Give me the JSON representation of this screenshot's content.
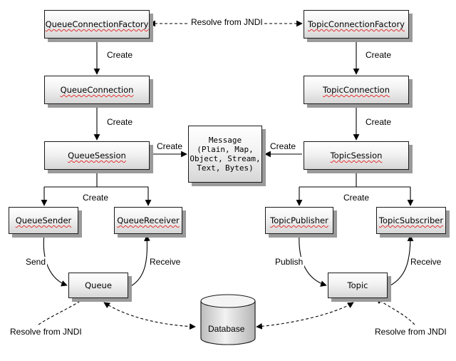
{
  "diagram": {
    "nodes": {
      "queue_connection_factory": "QueueConnectionFactory",
      "topic_connection_factory": "TopicConnectionFactory",
      "queue_connection": "QueueConnection",
      "topic_connection": "TopicConnection",
      "queue_session": "QueueSession",
      "topic_session": "TopicSession",
      "message": "Message\n(Plain, Map,\nObject, Stream,\nText, Bytes)",
      "queue_sender": "QueueSender",
      "queue_receiver": "QueueReceiver",
      "topic_publisher": "TopicPublisher",
      "topic_subscriber": "TopicSubscriber",
      "queue": "Queue",
      "topic": "Topic",
      "database": "Database"
    },
    "labels": {
      "resolve_top": "Resolve from JNDI",
      "create_qcf": "Create",
      "create_tcf": "Create",
      "create_qc": "Create",
      "create_tc": "Create",
      "create_msg_left": "Create",
      "create_msg_right": "Create",
      "create_q_split": "Create",
      "create_t_split": "Create",
      "send": "Send",
      "receive_left": "Receive",
      "publish": "Publish",
      "receive_right": "Receive",
      "resolve_bottom_left": "Resolve from JNDI",
      "resolve_bottom_right": "Resolve from JNDI"
    }
  }
}
